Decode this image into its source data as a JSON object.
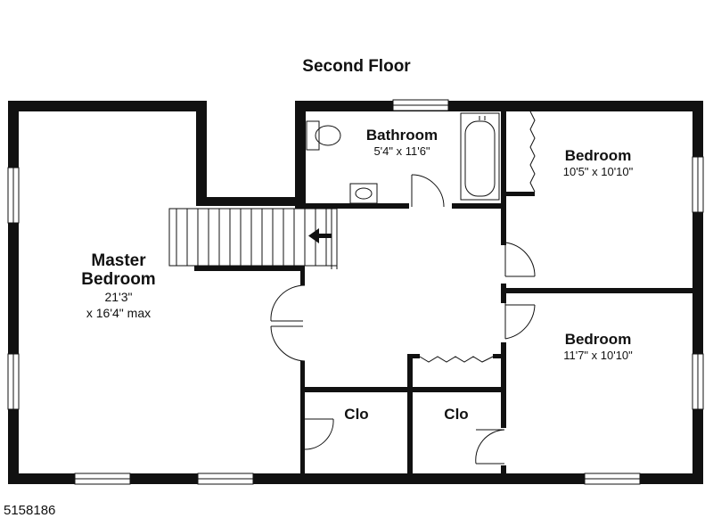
{
  "title": "Second Floor",
  "listing_id": "5158186",
  "rooms": {
    "master": {
      "name_line1": "Master",
      "name_line2": "Bedroom",
      "dim_line1": "21'3\"",
      "dim_line2": "x 16'4\" max"
    },
    "bathroom": {
      "name": "Bathroom",
      "dims": "5'4\" x 11'6\""
    },
    "bedroom_top": {
      "name": "Bedroom",
      "dims": "10'5\" x 10'10\""
    },
    "bedroom_bottom": {
      "name": "Bedroom",
      "dims": "11'7\" x 10'10\""
    },
    "closet_left": {
      "name": "Clo"
    },
    "closet_right": {
      "name": "Clo"
    }
  },
  "colors": {
    "wall": "#111111",
    "background": "#ffffff"
  }
}
